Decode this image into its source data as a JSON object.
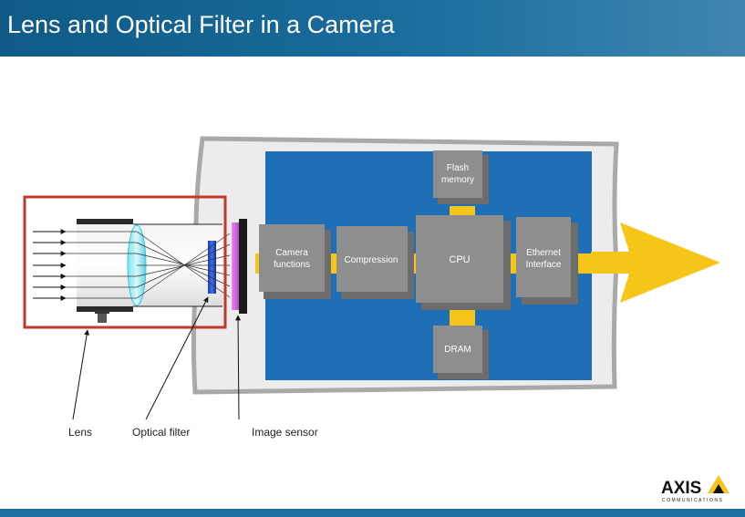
{
  "title": "Lens and Optical Filter in a Camera",
  "blocks": {
    "flash": [
      "Flash",
      "memory"
    ],
    "camera_functions": [
      "Camera",
      "functions"
    ],
    "compression": [
      "Compression"
    ],
    "cpu": [
      "CPU"
    ],
    "ethernet": [
      "Ethernet",
      "Interface"
    ],
    "dram": [
      "DRAM"
    ]
  },
  "callouts": {
    "lens": "Lens",
    "optical_filter": "Optical filter",
    "image_sensor": "Image sensor"
  },
  "logo": {
    "name": "AXIS",
    "tagline": "COMMUNICATIONS"
  },
  "colors": {
    "header_blue": "#1a6d9e",
    "board_blue": "#1f6fb6",
    "highlight_red": "#c0392b",
    "bus_yellow": "#f5c518",
    "block_gray": "#8c8c8c"
  }
}
